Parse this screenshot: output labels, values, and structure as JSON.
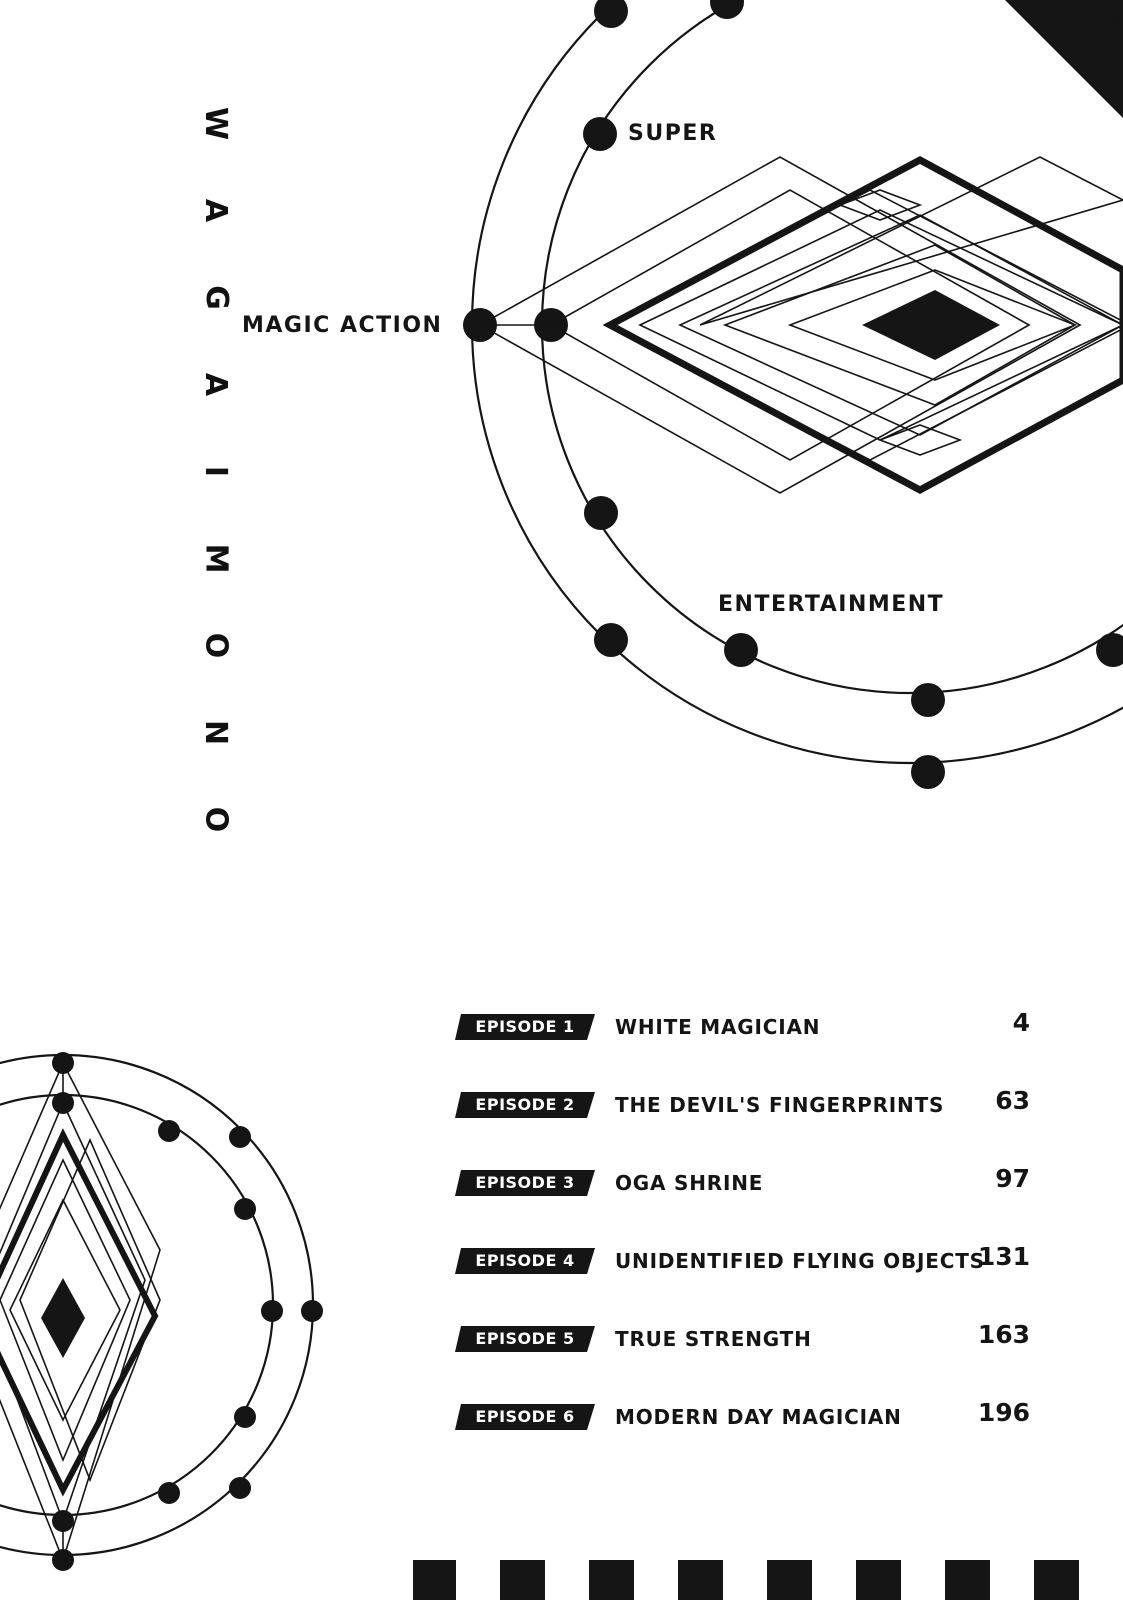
{
  "vertical_title": [
    "W",
    "A",
    "G",
    "A",
    "I",
    "M",
    "O",
    "N",
    "O"
  ],
  "taglines": {
    "super": "SUPER",
    "magic_action": "MAGIC ACTION",
    "entertainment": "ENTERTAINMENT"
  },
  "toc": [
    {
      "badge": "EPISODE 1",
      "title": "WHITE MAGICIAN",
      "page": "4"
    },
    {
      "badge": "EPISODE 2",
      "title": "THE DEVIL'S FINGERPRINTS",
      "page": "63"
    },
    {
      "badge": "EPISODE 3",
      "title": "OGA SHRINE",
      "page": "97"
    },
    {
      "badge": "EPISODE 4",
      "title": "UNIDENTIFIED FLYING OBJECTS",
      "page": "131"
    },
    {
      "badge": "EPISODE 5",
      "title": "TRUE STRENGTH",
      "page": "163"
    },
    {
      "badge": "EPISODE 6",
      "title": "MODERN DAY MAGICIAN",
      "page": "196"
    }
  ],
  "colors": {
    "ink": "#151515",
    "paper": "#ffffff"
  }
}
